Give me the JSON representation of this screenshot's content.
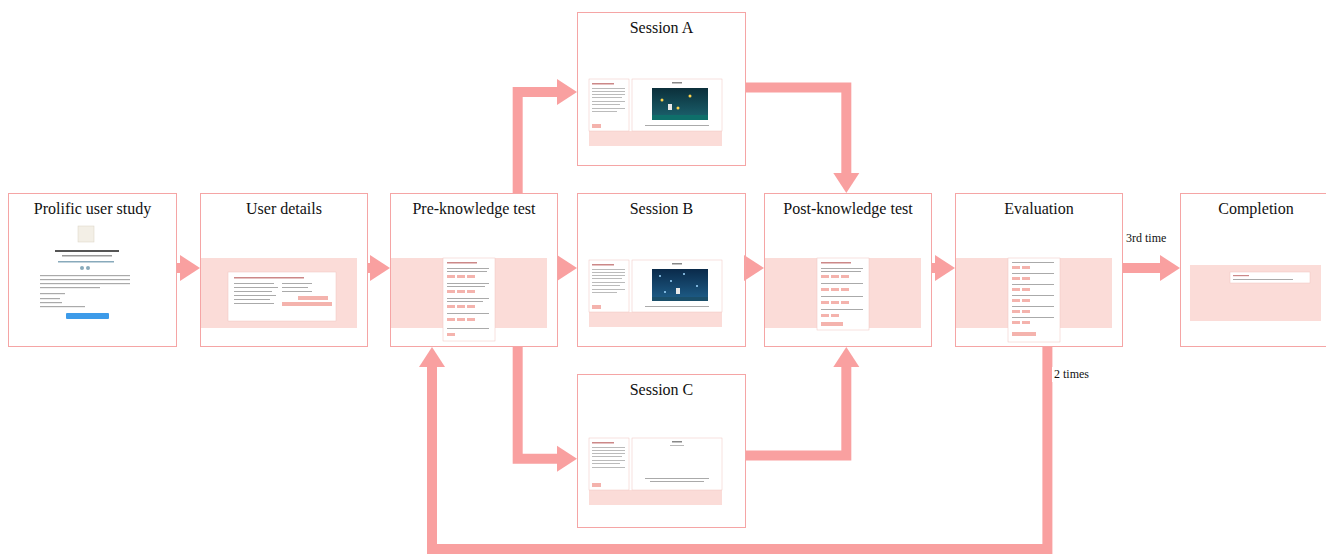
{
  "diagram": {
    "nodes": [
      {
        "text": [
          "Prolific user study"
        ]
      },
      {
        "text": [
          "User details"
        ]
      },
      {
        "text": [
          "Pre-knowledge test"
        ]
      },
      {
        "text": [
          "Session A"
        ]
      },
      {
        "text": [
          "Session B"
        ]
      },
      {
        "text": [
          "Session C"
        ]
      },
      {
        "text": [
          "Post-knowledge test"
        ]
      },
      {
        "text": [
          "Evaluation"
        ]
      },
      {
        "text": [
          "Completion"
        ]
      }
    ],
    "edges": [
      {
        "from": 0,
        "to": 1,
        "arrow": "to"
      },
      {
        "from": 1,
        "to": 2,
        "arrow": "to"
      },
      {
        "from": 2,
        "to": 3,
        "arrow": "to"
      },
      {
        "from": 2,
        "to": 4,
        "arrow": "to"
      },
      {
        "from": 2,
        "to": 5,
        "arrow": "to"
      },
      {
        "from": 3,
        "to": 6,
        "arrow": "to"
      },
      {
        "from": 4,
        "to": 6,
        "arrow": "to"
      },
      {
        "from": 5,
        "to": 6,
        "arrow": "to"
      },
      {
        "from": 6,
        "to": 7,
        "arrow": "to"
      },
      {
        "from": 7,
        "to": 8,
        "label": "3rd time",
        "arrow": "to"
      },
      {
        "from": 7,
        "to": 2,
        "label": "2 times",
        "arrow": "to"
      }
    ]
  }
}
